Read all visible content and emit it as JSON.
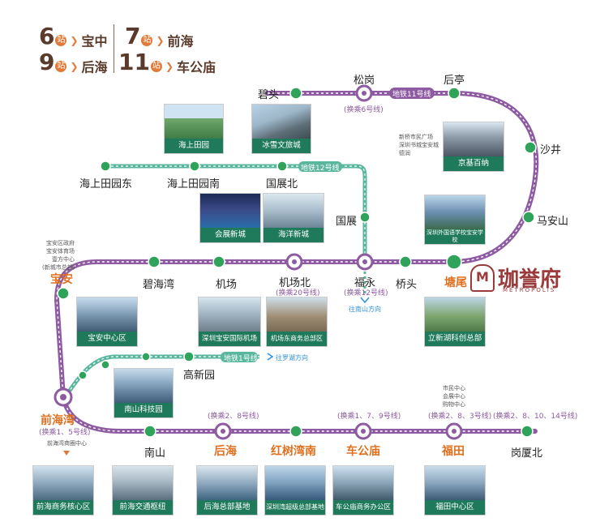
{
  "legend": [
    {
      "count": "6",
      "zhan": "站",
      "target": "宝中"
    },
    {
      "count": "7",
      "zhan": "站",
      "target": "前海"
    },
    {
      "count": "9",
      "zhan": "站",
      "target": "后海"
    },
    {
      "count": "11",
      "zhan": "站",
      "target": "车公庙"
    }
  ],
  "brand": {
    "mark": "M",
    "name": "珈誉府",
    "en": "METROPOLIS"
  },
  "colors": {
    "line12": "#8e5aa2",
    "line1": "#5bb69e",
    "station": "#2fa35a",
    "accent": "#e0701f",
    "caption": "#1f7a5c"
  },
  "stations": [
    {
      "name": "碧头",
      "icon": "metro-icon"
    },
    {
      "name": "松岗",
      "icon": "interchange-icon",
      "note": "(换乘6号线)"
    },
    {
      "name": "后亭",
      "icon": "metro-icon"
    },
    {
      "name": "沙井",
      "icon": "metro-icon"
    },
    {
      "name": "马安山",
      "icon": "metro-icon"
    },
    {
      "name": "塘尾",
      "icon": "metro-icon",
      "highlight": true
    },
    {
      "name": "桥头",
      "icon": "metro-icon"
    },
    {
      "name": "福永",
      "icon": "interchange-icon",
      "note": "(换乘12号线)"
    },
    {
      "name": "机场北",
      "icon": "interchange-icon",
      "note": "(换乘20号线)"
    },
    {
      "name": "机场",
      "icon": "metro-icon"
    },
    {
      "name": "碧海湾",
      "icon": "metro-icon"
    },
    {
      "name": "宝安",
      "icon": "metro-icon",
      "highlight": true
    },
    {
      "name": "前海湾",
      "icon": "interchange-icon",
      "note": "(换乘1、5号线)",
      "highlight": true
    },
    {
      "name": "南山",
      "icon": "metro-icon"
    },
    {
      "name": "后海",
      "icon": "interchange-icon",
      "note": "(换乘2、8号线)",
      "highlight": true
    },
    {
      "name": "红树湾南",
      "icon": "metro-icon",
      "highlight": true
    },
    {
      "name": "车公庙",
      "icon": "interchange-icon",
      "note": "(换乘1、7、9号线)",
      "highlight": true
    },
    {
      "name": "福田",
      "icon": "interchange-icon",
      "note": "(换乘2、8、3号线)",
      "highlight": true
    },
    {
      "name": "岗厦北",
      "icon": "metro-icon",
      "note": "(换乘2、8、10、14号线)"
    }
  ],
  "line12_stations": [
    "海上田园东",
    "海上田园南",
    "国展北",
    "国展"
  ],
  "line1_stations": [
    "高新园"
  ],
  "line_labels": {
    "line11": "地铁11号线",
    "line12": "地铁12号线",
    "line1": "地铁1号线",
    "to_nanshan": "往南山方向",
    "to_luohu": "往罗湖方向"
  },
  "small_notes": {
    "baoan": [
      "宝安区政府",
      "宝安体育场",
      "壹方中心",
      "(新城市总部)"
    ],
    "xinqiao": [
      "新桥市民广场",
      "深圳书城宝安城",
      "德润"
    ],
    "qianhai": "前海湾商圈中心",
    "futian": [
      "市民中心",
      "会展中心",
      "购物中心"
    ]
  },
  "photos": [
    {
      "caption": "海上田园"
    },
    {
      "caption": "冰雪文旅城"
    },
    {
      "caption": "京基百纳"
    },
    {
      "caption": "会展新城"
    },
    {
      "caption": "海洋新城"
    },
    {
      "caption": "深圳外国语学校宝安学校"
    },
    {
      "caption": "宝安中心区"
    },
    {
      "caption": "深圳宝安国际机场"
    },
    {
      "caption": "机场东商务总部区"
    },
    {
      "caption": "立新湖科创总部"
    },
    {
      "caption": "南山科技园"
    },
    {
      "caption": "前海商务核心区"
    },
    {
      "caption": "前海交通枢纽"
    },
    {
      "caption": "后海总部基地"
    },
    {
      "caption": "深圳湾超级总部基地"
    },
    {
      "caption": "车公庙商务办公区"
    },
    {
      "caption": "福田中心区"
    }
  ]
}
